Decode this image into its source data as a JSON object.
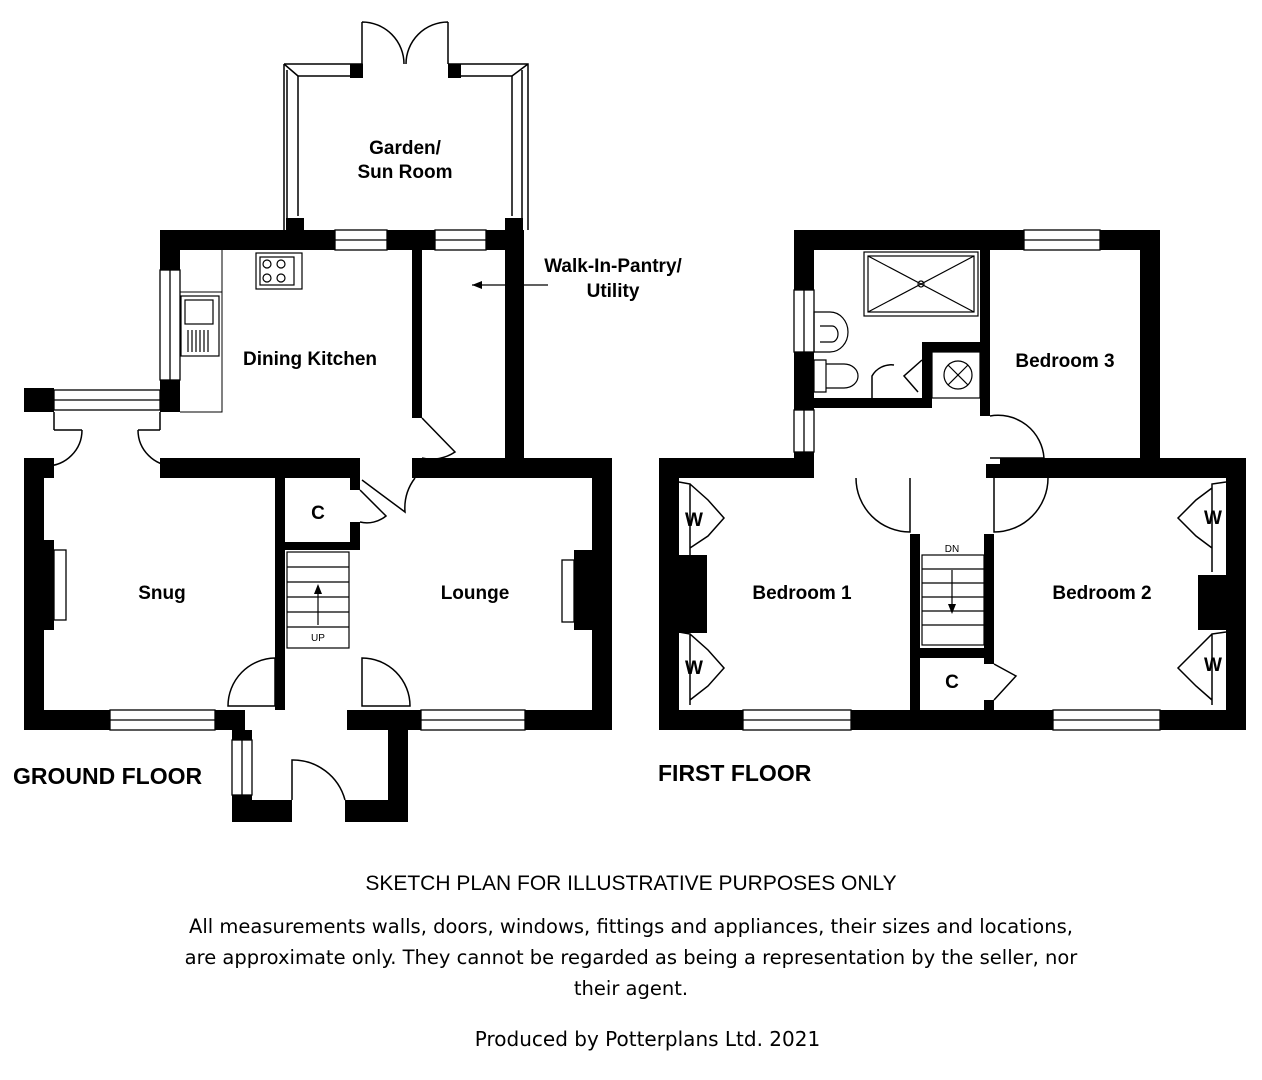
{
  "rooms": {
    "garden": [
      "Garden/",
      "Sun Room"
    ],
    "pantry": [
      "Walk-In-Pantry/",
      "Utility"
    ],
    "dining_kitchen": "Dining Kitchen",
    "snug": "Snug",
    "lounge": "Lounge",
    "cupboard": "C",
    "bedroom1": "Bedroom 1",
    "bedroom2": "Bedroom 2",
    "bedroom3": "Bedroom 3",
    "wardrobe": "W"
  },
  "stairs": {
    "up": "UP",
    "down": "DN"
  },
  "floors": {
    "ground": "GROUND FLOOR",
    "first": "FIRST FLOOR"
  },
  "disclaimer": {
    "title": "SKETCH PLAN FOR ILLUSTRATIVE PURPOSES ONLY",
    "body": "All measurements walls, doors, windows, fittings and appliances, their sizes and locations, are approximate only. They cannot be regarded as being a representation by the seller, nor their agent.",
    "credit": "Produced by Potterplans Ltd. 2021"
  }
}
